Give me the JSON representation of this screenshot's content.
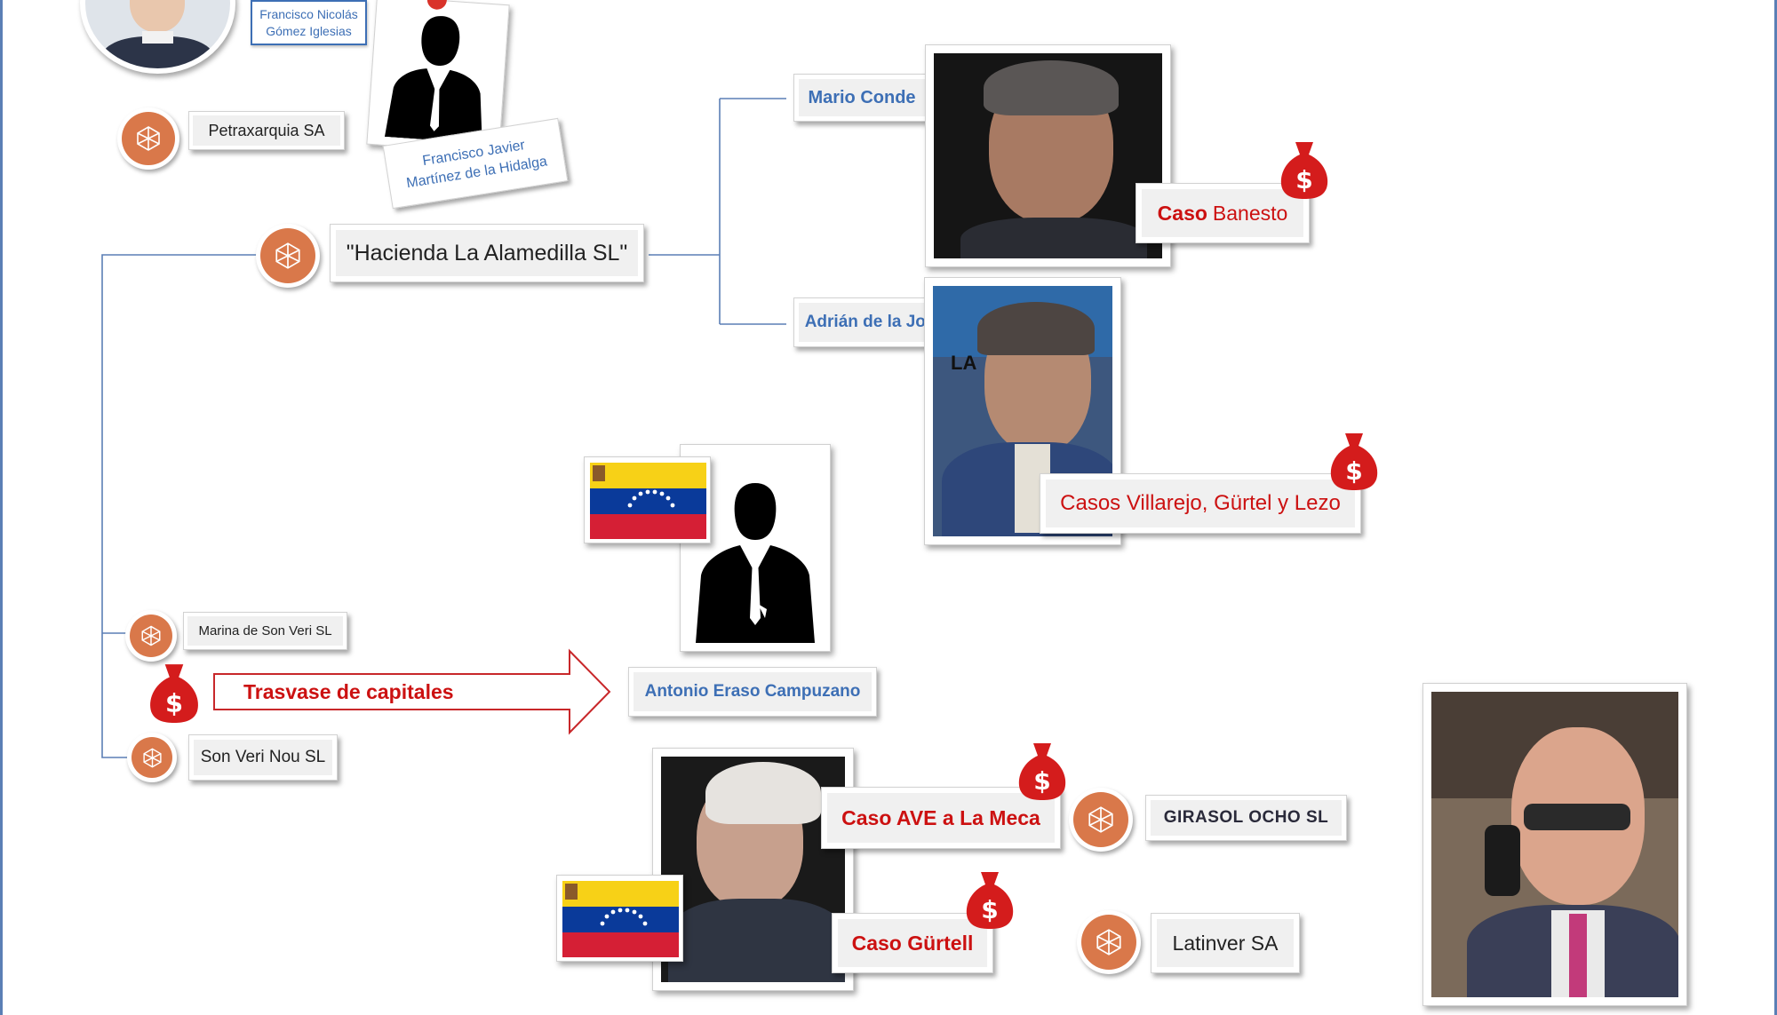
{
  "people": {
    "nicolas": "Francisco Nicolás\nGómez Iglesias",
    "martinez": "Francisco Javier\nMartínez de la Hidalga",
    "conde": "Mario Conde",
    "joya": "Adrián de la Joya.",
    "eraso": "Antonio Eraso Campuzano"
  },
  "companies": {
    "petraxarquia": "Petraxarquia SA",
    "hacienda": "\"Hacienda La Alamedilla SL\"",
    "marina": "Marina de Son Veri SL",
    "sonveri": "Son Veri Nou SL",
    "girasol": "GIRASOL OCHO SL",
    "latinver": "Latinver SA"
  },
  "cases": {
    "banesto_prefix": "Caso",
    "banesto_name": "Banesto",
    "villarejo": "Casos Villarejo, Gürtel y Lezo",
    "ave": "Caso AVE a La Meca",
    "gurtel": "Caso Gürtell"
  },
  "arrow": {
    "text": "Trasvase de capitales"
  },
  "icons": {
    "company": "building-logo-icon",
    "money": "money-bag-icon",
    "flag": "venezuela-flag-icon",
    "silhouette": "person-silhouette-icon",
    "photo_text": "LA"
  },
  "colors": {
    "line": "#5b7fb5",
    "company_icon": "#d9784a",
    "case_red": "#cc1111",
    "arrow_red": "#c8272a",
    "person_blue": "#3d6fb5"
  }
}
